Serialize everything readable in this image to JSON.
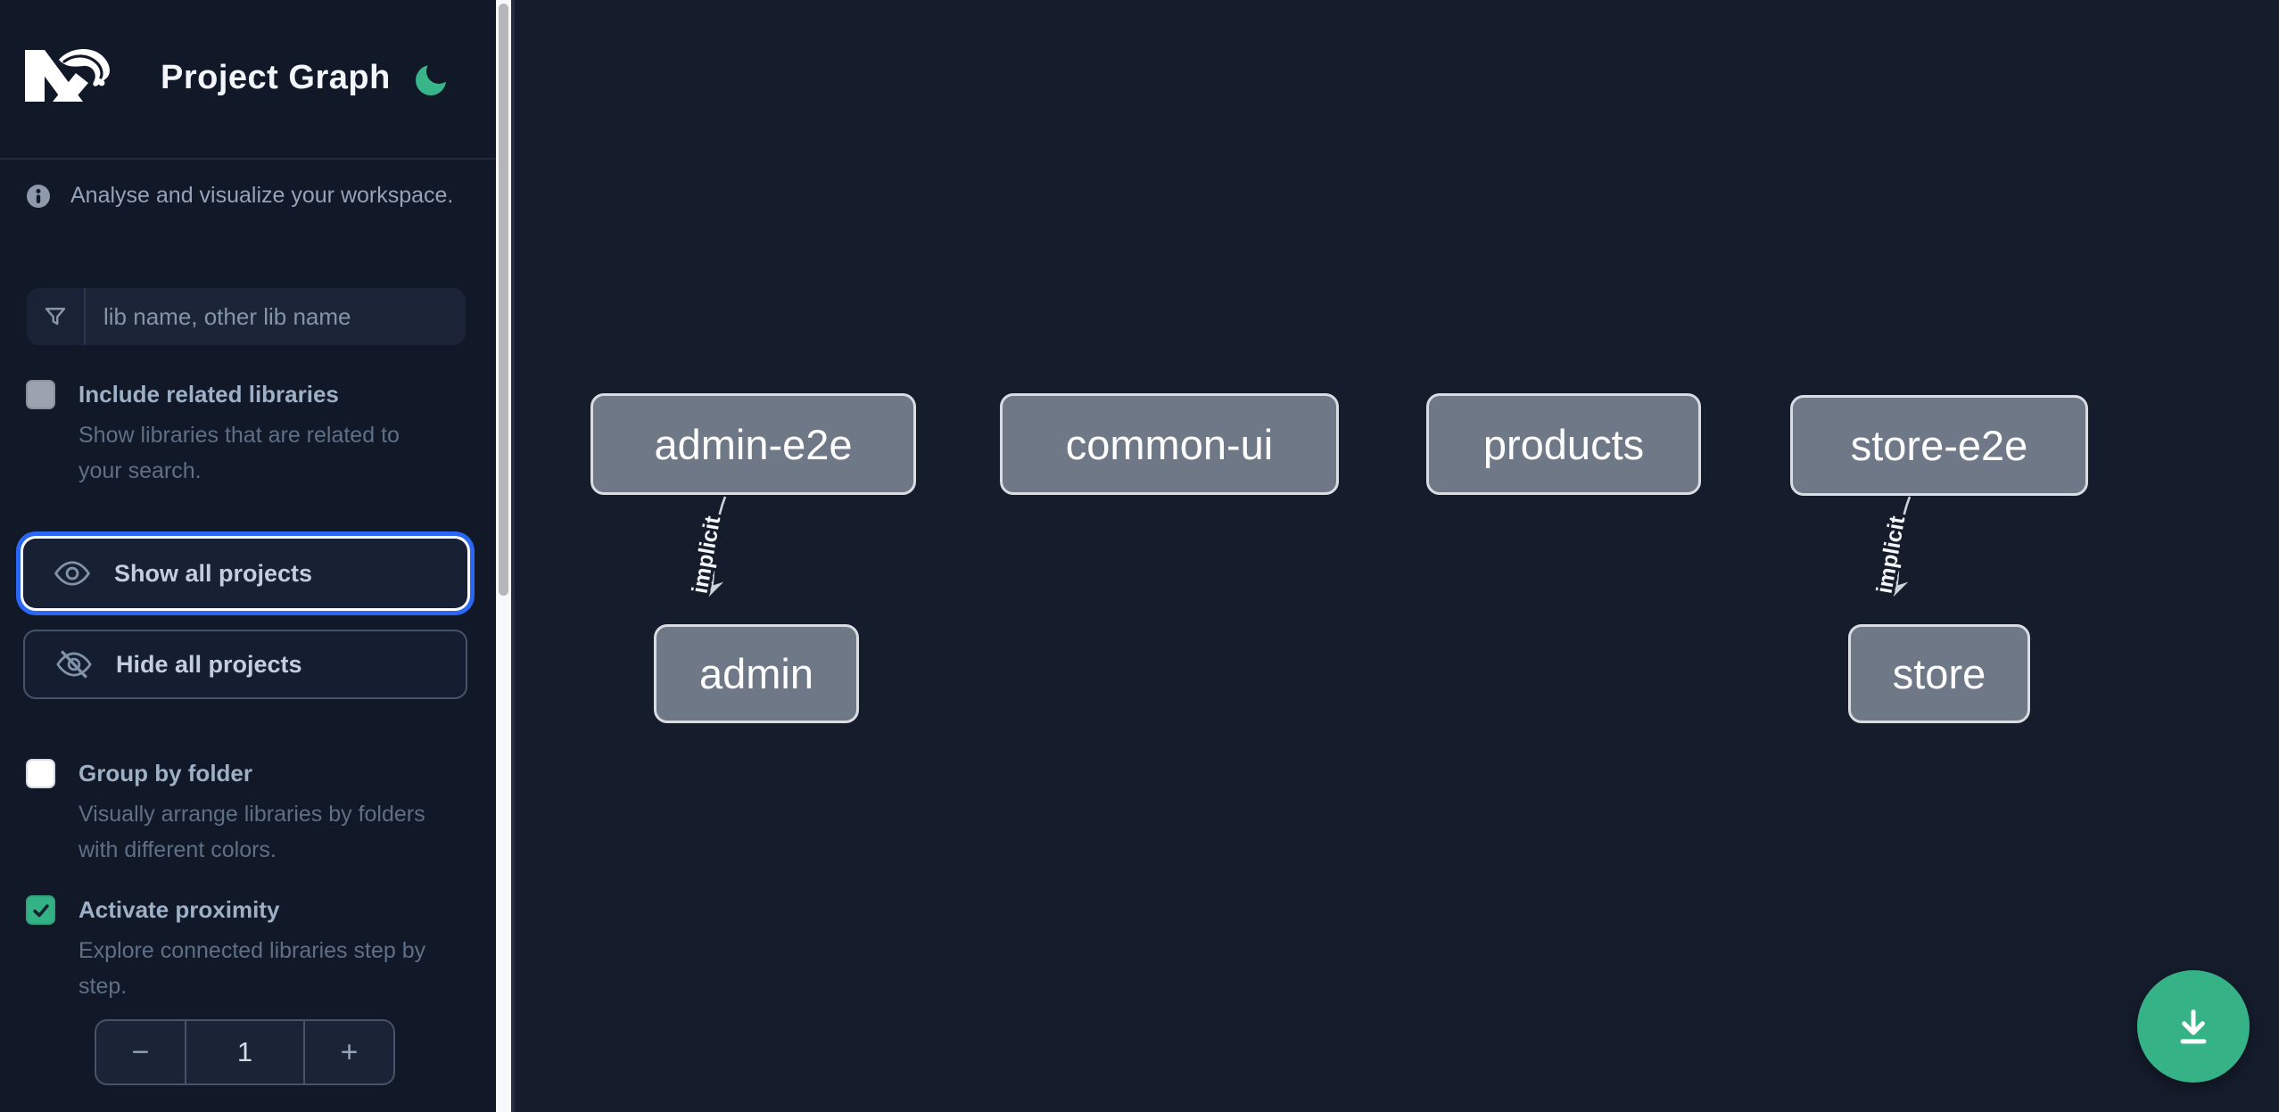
{
  "app": {
    "title": "Project Graph"
  },
  "colors": {
    "accent_green": "#35b386",
    "focus_blue": "#2b67f5",
    "node_fill": "#6f7887",
    "node_border": "#d9dce1",
    "sidebar_bg": "#111828",
    "canvas_bg": "#151c2c",
    "edge": "#ced3da"
  },
  "sidebar": {
    "info": {
      "icon": "info-icon",
      "text": "Analyse and visualize your workspace."
    },
    "filter": {
      "icon": "funnel-icon",
      "placeholder": "lib name, other lib name",
      "value": ""
    },
    "options": [
      {
        "id": "include-related-libraries",
        "label": "Include related libraries",
        "description": "Show libraries that are related to your search.",
        "checked": false
      },
      {
        "id": "group-by-folder",
        "label": "Group by folder",
        "description": "Visually arrange libraries by folders with different colors.",
        "checked": false
      },
      {
        "id": "activate-proximity",
        "label": "Activate proximity",
        "description": "Explore connected libraries step by step.",
        "checked": true
      }
    ],
    "actions": [
      {
        "id": "show-all-projects",
        "icon": "eye-icon",
        "label": "Show all projects",
        "focused": true
      },
      {
        "id": "hide-all-projects",
        "icon": "eye-off-icon",
        "label": "Hide all projects",
        "focused": false
      }
    ],
    "proximity_stepper": {
      "decrement": "−",
      "value": "1",
      "increment": "+"
    }
  },
  "graph": {
    "nodes": [
      {
        "id": "admin-e2e",
        "label": "admin-e2e"
      },
      {
        "id": "common-ui",
        "label": "common-ui"
      },
      {
        "id": "products",
        "label": "products"
      },
      {
        "id": "store-e2e",
        "label": "store-e2e"
      },
      {
        "id": "admin",
        "label": "admin"
      },
      {
        "id": "store",
        "label": "store"
      }
    ],
    "edges": [
      {
        "from": "admin-e2e",
        "to": "admin",
        "label": "implicit"
      },
      {
        "from": "store-e2e",
        "to": "store",
        "label": "implicit"
      }
    ]
  },
  "fab": {
    "icon": "download-icon"
  }
}
